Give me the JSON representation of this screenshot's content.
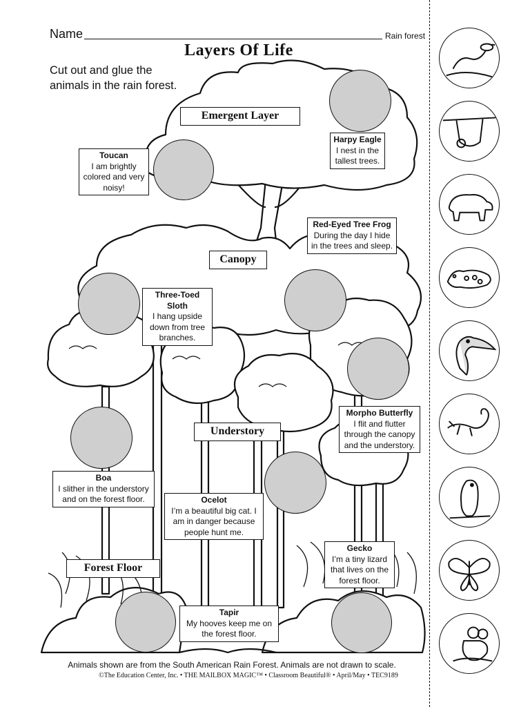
{
  "header": {
    "name_label": "Name",
    "topic_label": "Rain forest",
    "title": "Layers Of Life",
    "instructions": "Cut out and glue the animals in the rain forest."
  },
  "layers": {
    "emergent": "Emergent Layer",
    "canopy": "Canopy",
    "understory": "Understory",
    "forest_floor": "Forest Floor"
  },
  "animals": [
    {
      "name": "Harpy Eagle",
      "text": "I nest in the tallest trees."
    },
    {
      "name": "Toucan",
      "text": "I am brightly colored and very noisy!"
    },
    {
      "name": "Red-Eyed Tree Frog",
      "text": "During the day I hide in the trees and sleep."
    },
    {
      "name": "Three-Toed Sloth",
      "text": "I hang upside down from tree branches."
    },
    {
      "name": "Morpho Butterfly",
      "text": "I flit and flutter through the canopy and the understory."
    },
    {
      "name": "Boa",
      "text": "I slither in the understory and on the forest floor."
    },
    {
      "name": "Ocelot",
      "text": "I’m a beautiful big cat. I am  in danger because people hunt me."
    },
    {
      "name": "Gecko",
      "text": "I’m a tiny lizard that lives on the forest floor."
    },
    {
      "name": "Tapir",
      "text": "My hooves keep me on the forest floor."
    }
  ],
  "cutouts": [
    "boa-icon",
    "sloth-icon",
    "tapir-icon",
    "ocelot-icon",
    "toucan-icon",
    "gecko-icon",
    "harpy-eagle-icon",
    "butterfly-icon",
    "tree-frog-icon"
  ],
  "footer": {
    "note": "Animals shown are from the South American Rain Forest. Animals are not drawn to scale.",
    "credit": "©The Education Center, Inc. • THE MAILBOX MAGIC™ • Classroom Beautiful® • April/May • TEC9189"
  }
}
